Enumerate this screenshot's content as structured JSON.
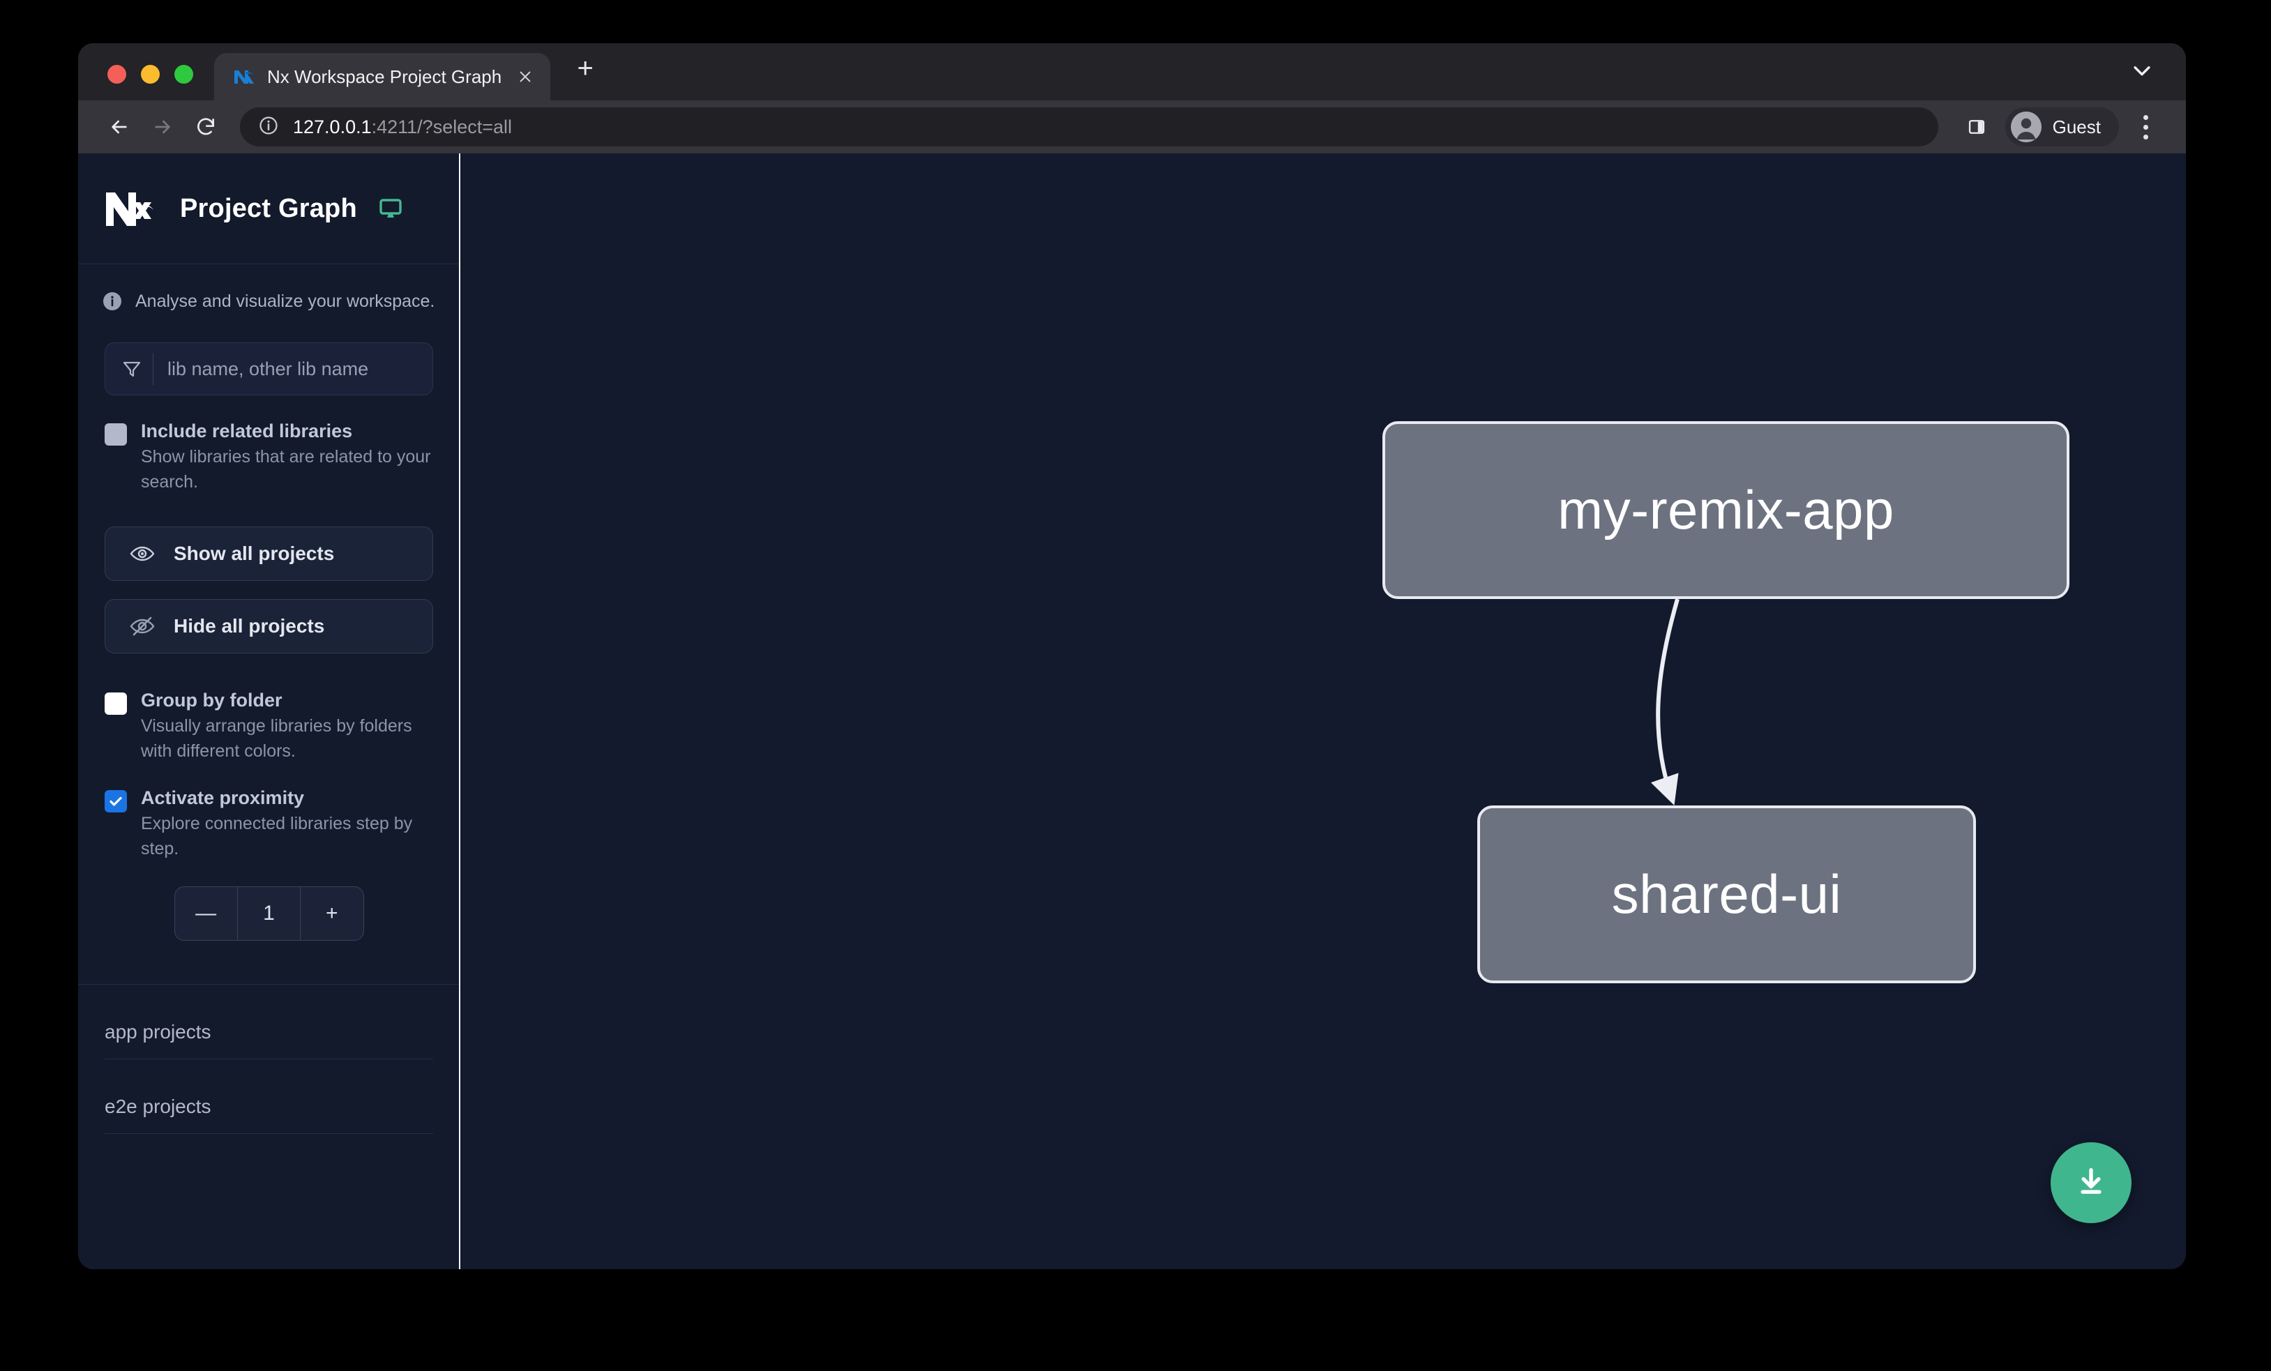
{
  "browser": {
    "tab": {
      "title": "Nx Workspace Project Graph",
      "favicon_icon": "nx-favicon-icon",
      "close_icon": "close-icon"
    },
    "new_tab_label": "+",
    "tab_list_icon": "chevron-down-icon",
    "toolbar": {
      "back_icon": "arrow-left-icon",
      "forward_icon": "arrow-right-icon",
      "reload_icon": "reload-icon",
      "site_info_icon": "info-circle-icon",
      "url_host": "127.0.0.1",
      "url_rest": ":4211/?select=all",
      "side_panel_icon": "side-panel-icon",
      "profile_name": "Guest",
      "profile_avatar_icon": "user-avatar-icon",
      "menu_icon": "kebab-menu-icon"
    },
    "window_controls": {
      "close": "close",
      "minimize": "minimize",
      "maximize": "maximize"
    }
  },
  "sidebar": {
    "logo_icon": "nx-logo-icon",
    "title": "Project Graph",
    "monitor_icon": "monitor-icon",
    "info_icon": "info-circle-icon",
    "subtitle": "Analyse and visualize your workspace.",
    "filter": {
      "icon": "funnel-icon",
      "placeholder": "lib name, other lib name",
      "value": ""
    },
    "options": [
      {
        "id": "include-related-libraries",
        "label": "Include related libraries",
        "description": "Show libraries that are related to your search.",
        "state": "muted"
      },
      {
        "id": "group-by-folder",
        "label": "Group by folder",
        "description": "Visually arrange libraries by folders with different colors.",
        "state": "unchecked"
      },
      {
        "id": "activate-proximity",
        "label": "Activate proximity",
        "description": "Explore connected libraries step by step.",
        "state": "checked"
      }
    ],
    "buttons": [
      {
        "id": "show-all-projects",
        "label": "Show all projects",
        "icon": "eye-icon"
      },
      {
        "id": "hide-all-projects",
        "label": "Hide all projects",
        "icon": "eye-slash-icon"
      }
    ],
    "stepper": {
      "decrement_label": "—",
      "value": "1",
      "increment_label": "+"
    },
    "project_groups": [
      {
        "id": "app-projects",
        "label": "app projects"
      },
      {
        "id": "e2e-projects",
        "label": "e2e projects"
      }
    ]
  },
  "graph": {
    "nodes": [
      {
        "id": "my-remix-app",
        "label": "my-remix-app"
      },
      {
        "id": "shared-ui",
        "label": "shared-ui"
      }
    ],
    "edges": [
      {
        "from": "my-remix-app",
        "to": "shared-ui"
      }
    ],
    "download_button": {
      "icon": "download-icon",
      "label": ""
    }
  },
  "colors": {
    "page_background": "#000000",
    "browser_chrome": "#232328",
    "toolbar": "#35353b",
    "sidebar_background": "#131a2c",
    "canvas_background": "#131a2d",
    "node_fill": "#6d7280",
    "node_border": "#e9eaf0",
    "accent_green": "#3fb68e",
    "accent_blue": "#1b74e4",
    "text_primary": "#ffffff",
    "text_muted": "#8d94a8"
  }
}
